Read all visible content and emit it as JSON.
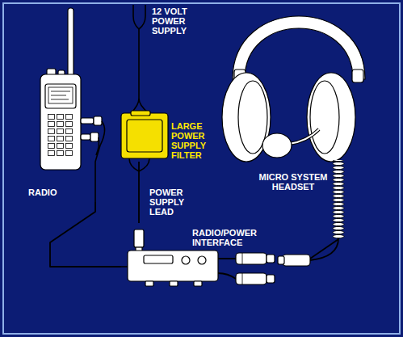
{
  "diagram": {
    "nodes": [
      {
        "text": [
          "RADIO"
        ]
      },
      {
        "text": [
          "LARGE POWER SUPPLY FILTER"
        ]
      },
      {
        "text": [
          "RADIO/POWER INTERFACE"
        ]
      },
      {
        "text": [
          "MICRO SYSTEM HEADSET"
        ]
      }
    ],
    "edges": [
      {
        "from": 0,
        "to": 2,
        "arrow": "none"
      },
      {
        "from": 1,
        "to": 2,
        "label": "POWER SUPPLY LEAD",
        "arrow": "none"
      },
      {
        "from": 2,
        "to": 3,
        "arrow": "none"
      }
    ],
    "labels": [
      "12 VOLT POWER SUPPLY"
    ]
  }
}
